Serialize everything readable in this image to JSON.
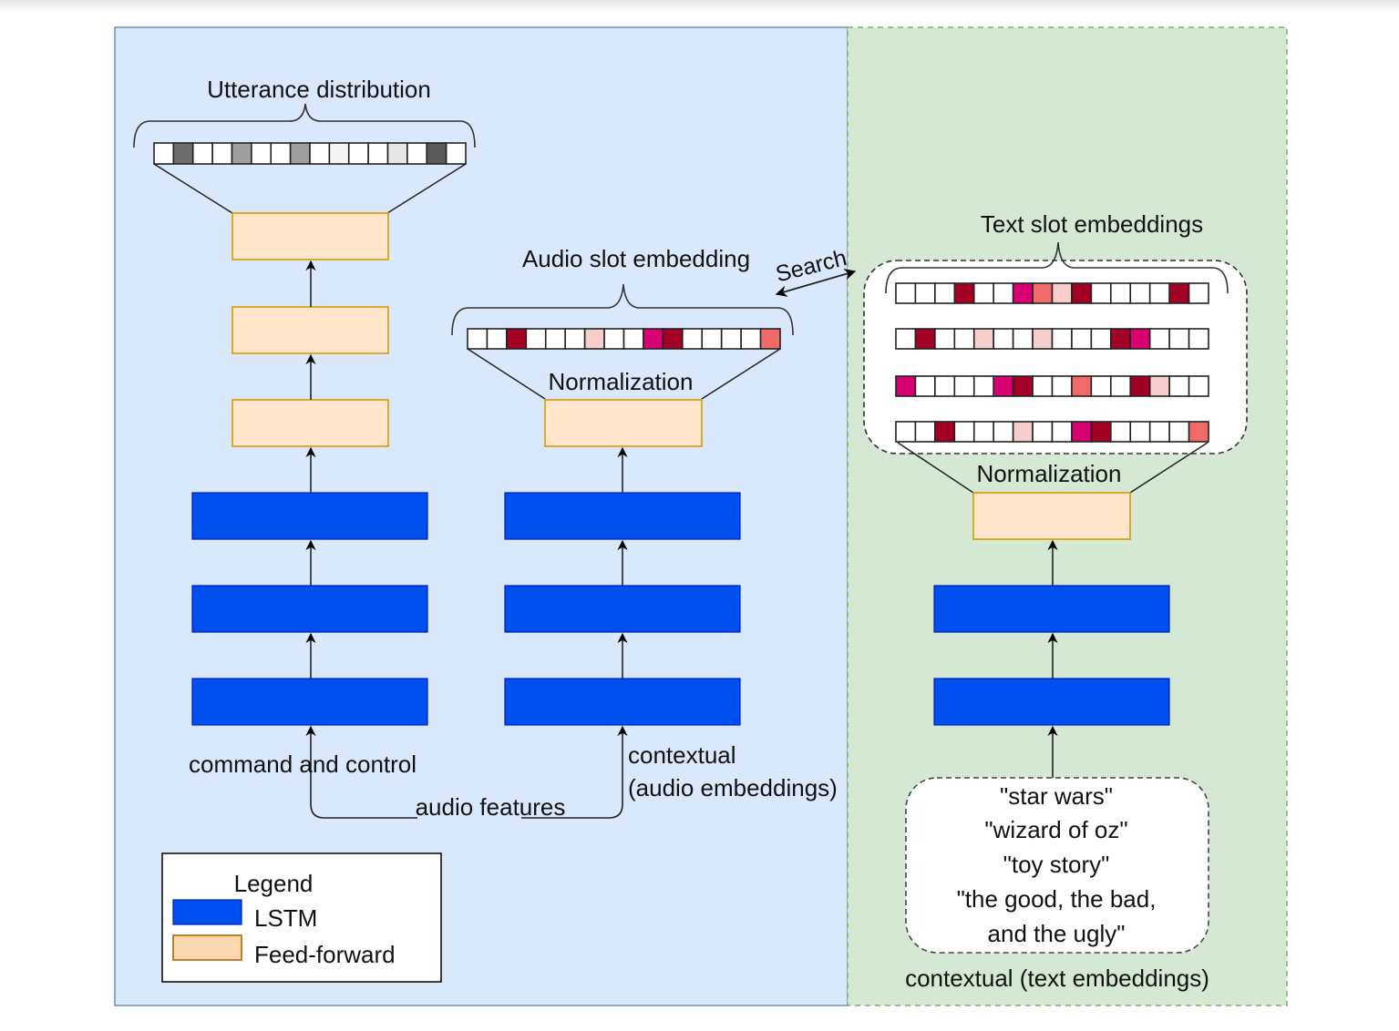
{
  "diagram": {
    "colors": {
      "audio_panel_fill": "#dae8fc",
      "audio_panel_border": "#6c8ebf",
      "text_panel_fill": "#d5e8d4",
      "text_panel_border": "#82b366",
      "lstm_fill": "#0050ef",
      "lstm_border": "#001dbc",
      "ff_fill": "#ffe6cc",
      "ff_border": "#d79b00",
      "cell_palette": {
        "W": "#ffffff",
        "D": "#a20025",
        "M": "#d80073",
        "S": "#f06a6a",
        "P": "#f8cecc"
      },
      "gray_palette": {
        "W": "#ffffff",
        "G1": "#6e6e6e",
        "G2": "#9e9e9e",
        "G3": "#f5f5f5",
        "G4": "#e6e6e6",
        "G5": "#5a5a5a"
      }
    },
    "utterance": {
      "label": "Utterance distribution",
      "cells": [
        "W",
        "G1",
        "W",
        "W",
        "G2",
        "W",
        "W",
        "G2",
        "W",
        "G3",
        "W",
        "W",
        "G4",
        "W",
        "G5",
        "W"
      ]
    },
    "audio_slot": {
      "label": "Audio slot embedding",
      "normalization_label": "Normalization",
      "cells": [
        "W",
        "W",
        "D",
        "W",
        "W",
        "W",
        "P",
        "W",
        "W",
        "M",
        "D",
        "W",
        "W",
        "W",
        "W",
        "S"
      ]
    },
    "search_label": "Search",
    "text_slots": {
      "label": "Text slot embeddings",
      "normalization_label": "Normalization",
      "rows": [
        [
          "W",
          "W",
          "W",
          "D",
          "W",
          "W",
          "M",
          "S",
          "P",
          "D",
          "W",
          "W",
          "W",
          "W",
          "D",
          "W"
        ],
        [
          "W",
          "D",
          "W",
          "W",
          "P",
          "W",
          "W",
          "P",
          "W",
          "W",
          "W",
          "D",
          "M",
          "W",
          "W",
          "W"
        ],
        [
          "M",
          "W",
          "W",
          "W",
          "W",
          "M",
          "D",
          "W",
          "W",
          "S",
          "W",
          "W",
          "D",
          "P",
          "W",
          "W"
        ],
        [
          "W",
          "W",
          "D",
          "W",
          "W",
          "W",
          "P",
          "W",
          "W",
          "M",
          "D",
          "W",
          "W",
          "W",
          "W",
          "S"
        ]
      ]
    },
    "inputs": {
      "command_label": "command and control",
      "audio_features_label": "audio features",
      "contextual_audio_line1": "contextual",
      "contextual_audio_line2": "(audio embeddings)",
      "contextual_text_label": "contextual (text embeddings)",
      "text_examples": [
        "\"star wars\"",
        "\"wizard of oz\"",
        "\"toy story\"",
        "\"the good, the bad,",
        "and the ugly\""
      ]
    },
    "legend": {
      "title": "Legend",
      "items": [
        {
          "label": "LSTM",
          "type": "lstm"
        },
        {
          "label": "Feed-forward",
          "type": "ff"
        }
      ]
    }
  }
}
